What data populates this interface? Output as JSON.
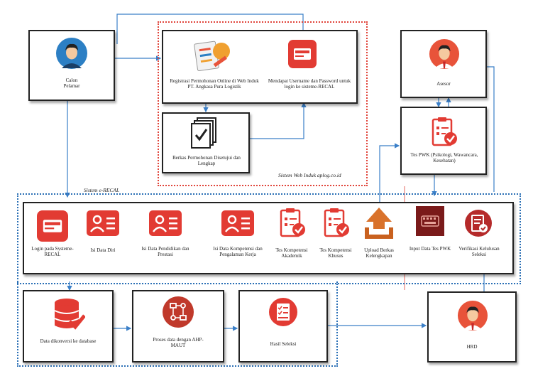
{
  "actors": {
    "calon_pelamar": "Calon\nPelamar",
    "asesor": "Asesor",
    "hrd": "HRD"
  },
  "web_induk": {
    "caption": "Sistem Web Induk aplog.co.id",
    "registrasi": "Registrasi Permohonan Online di Web Induk PT. Angkasa Pura Logistik",
    "username": "Mendapat Username dan Password untuk login ke sisteme-RECAL",
    "berkas": "Berkas Permohonan Disetujui dan Lengkap"
  },
  "tes_pwk": "Tes PWK (Psikologi, Wawancara, Kesehatan)",
  "erecal": {
    "caption": "Sistem e-RECAL",
    "steps": [
      {
        "label": "Login pada Systeme-RECAL",
        "icon": "login-card-icon"
      },
      {
        "label": "Isi Data Diri",
        "icon": "id-card-icon"
      },
      {
        "label": "Isi Data Pendidikan dan Prestasi",
        "icon": "id-card-icon"
      },
      {
        "label": "Isi Data Kompetensi dan Pengalaman Kerja",
        "icon": "id-card-icon"
      },
      {
        "label": "Tes Kompetensi Akademik",
        "icon": "checklist-icon"
      },
      {
        "label": "Tes Kompetensi Khusus",
        "icon": "checklist-icon"
      },
      {
        "label": "Upload Berkas Kelengkapan",
        "icon": "upload-icon"
      },
      {
        "label": "Input Data Tes PWK",
        "icon": "keyboard-icon"
      },
      {
        "label": "Verifikasi Kelulusan Seleksi",
        "icon": "verify-icon"
      }
    ]
  },
  "bottom": {
    "database": "Data dikonversi ke database",
    "proses": "Proses data dengan AHP-MAUT",
    "hasil": "Hasil Seleksi"
  },
  "colors": {
    "red": "#e23b33",
    "blue_line": "#3a7fc8",
    "dotted_red": "#e0443a",
    "dotted_blue": "#2a6fb5",
    "avatar_bg_blue": "#2c7fc4",
    "avatar_bg_red": "#e8533a"
  }
}
